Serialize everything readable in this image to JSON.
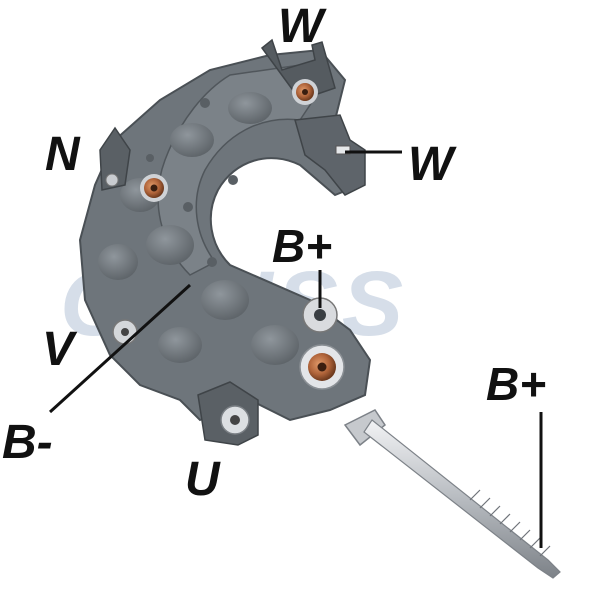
{
  "watermark": {
    "text": "GAUSS",
    "color": "#c9d4e2"
  },
  "labels": {
    "w_top": "W",
    "w_right": "W",
    "n": "N",
    "b_plus_center": "B+",
    "v": "V",
    "b_minus": "B-",
    "u": "U",
    "b_plus_right": "B+"
  },
  "colors": {
    "body": "#6e757b",
    "body_dark": "#50565b",
    "body_light": "#8a9197",
    "copper": "#b0643a",
    "metal": "#c9ccd0",
    "label": "#111111"
  }
}
